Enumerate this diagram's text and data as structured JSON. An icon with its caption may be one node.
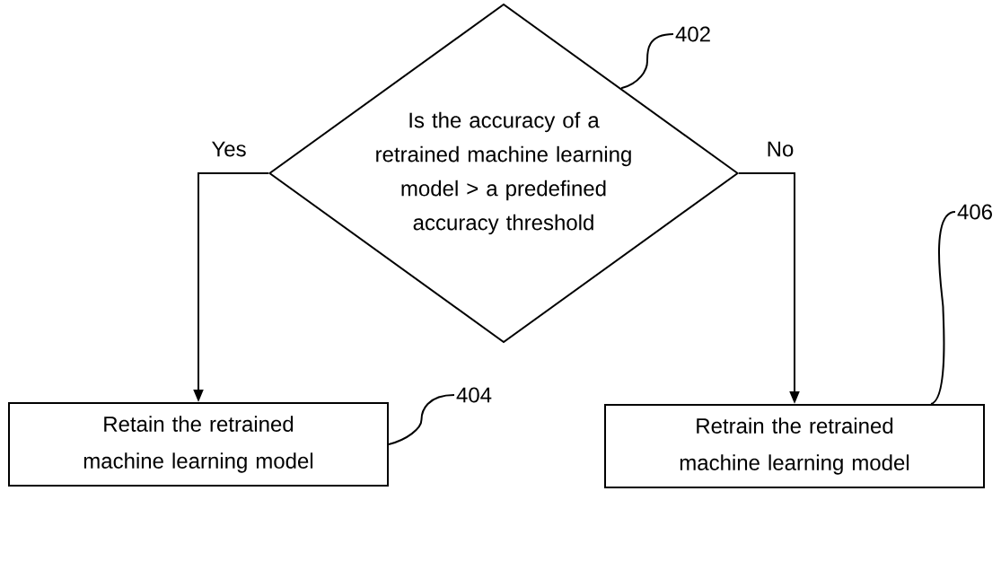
{
  "diagram": {
    "nodes": [
      {
        "text": [
          "Is the accuracy of a retrained machine learning model > a predefined accuracy threshold"
        ]
      },
      {
        "text": [
          "Retain the retrained machine learning model"
        ]
      },
      {
        "text": [
          "Retrain the retrained machine learning model"
        ]
      },
      {
        "text": [
          "402"
        ]
      },
      {
        "text": [
          "404"
        ]
      },
      {
        "text": [
          "406"
        ]
      }
    ],
    "edges": [
      {
        "from": 0,
        "to": 1,
        "arrow": "to",
        "label": "Yes"
      },
      {
        "from": 0,
        "to": 2,
        "arrow": "to",
        "label": "No"
      },
      {
        "from": 3,
        "to": 0,
        "arrow": "none"
      },
      {
        "from": 4,
        "to": 1,
        "arrow": "none"
      },
      {
        "from": 5,
        "to": 2,
        "arrow": "none"
      }
    ]
  }
}
